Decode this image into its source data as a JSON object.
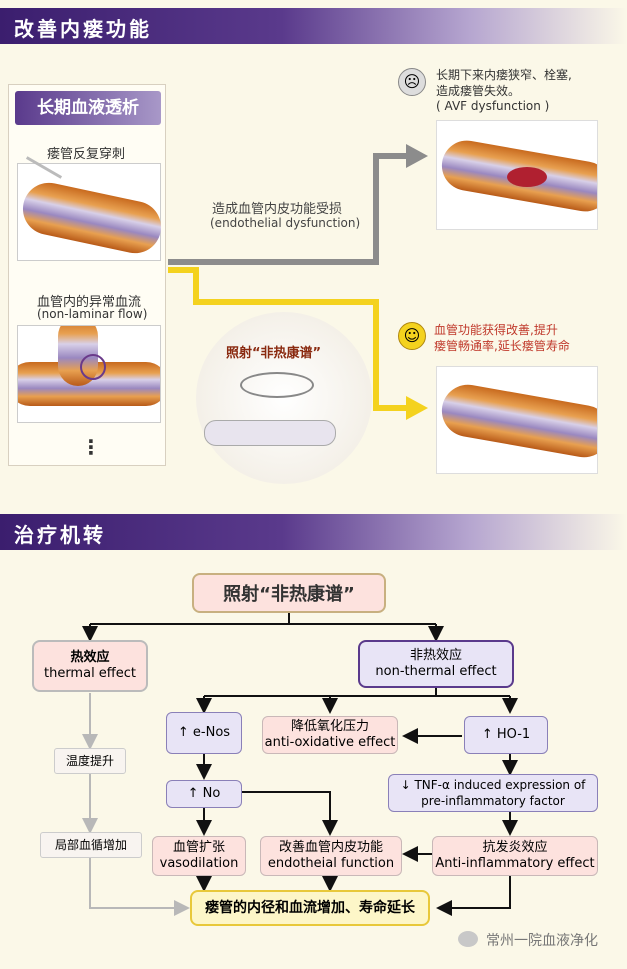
{
  "section1": {
    "title": "改善内瘘功能"
  },
  "section2": {
    "title": "治疗机转"
  },
  "dialysis_panel": {
    "title": "长期血液透析",
    "puncture_label": "瘘管反复穿刺",
    "flow_label_cn": "血管内的异常血流",
    "flow_label_en": "(non-laminar flow)",
    "more": "⋮"
  },
  "gray_path": {
    "label_cn": "造成血管内皮功能受损",
    "label_en": "(endothelial dysfunction)"
  },
  "bad_outcome": {
    "icon": "sad-face-icon",
    "line1": "长期下来内瘘狭窄、栓塞,",
    "line2": "造成瘘管失效。",
    "line3": "( AVF dysfunction )"
  },
  "good_outcome": {
    "icon": "happy-face-icon",
    "line1": "血管功能获得改善,提升",
    "line2": "瘘管畅通率,延长瘘管寿命"
  },
  "device": {
    "label": "照射“非热康谱”"
  },
  "flow": {
    "top": "照射“非热康谱”",
    "thermal_cn": "热效应",
    "thermal_en": "thermal effect",
    "nonthermal_cn": "非热效应",
    "nonthermal_en": "non-thermal effect",
    "temp_rise": "温度提升",
    "local_blood": "局部血循增加",
    "enos": "↑ e-Nos",
    "antiox_cn": "降低氧化压力",
    "antiox_en": "anti-oxidative effect",
    "ho1": "↑ HO-1",
    "no": "↑ No",
    "tnf_line1": "↓ TNF-α induced expression of",
    "tnf_line2": "pre-inflammatory factor",
    "vaso_cn": "血管扩张",
    "vaso_en": "vasodilation",
    "endo_cn": "改善血管内皮功能",
    "endo_en": "endotheial function",
    "antiinf_cn": "抗发炎效应",
    "antiinf_en": "Anti-inflammatory effect",
    "final": "瘘管的内径和血流增加、寿命延长"
  },
  "watermark": {
    "text": "常州一院血液净化",
    "icon": "wechat-icon"
  },
  "colors": {
    "purple": "#4a2c7e",
    "gray_arrow": "#8c8c8c",
    "yellow_arrow": "#f4d21e",
    "pink_box": "#fde2de",
    "blue_box": "#e8e4f6"
  }
}
